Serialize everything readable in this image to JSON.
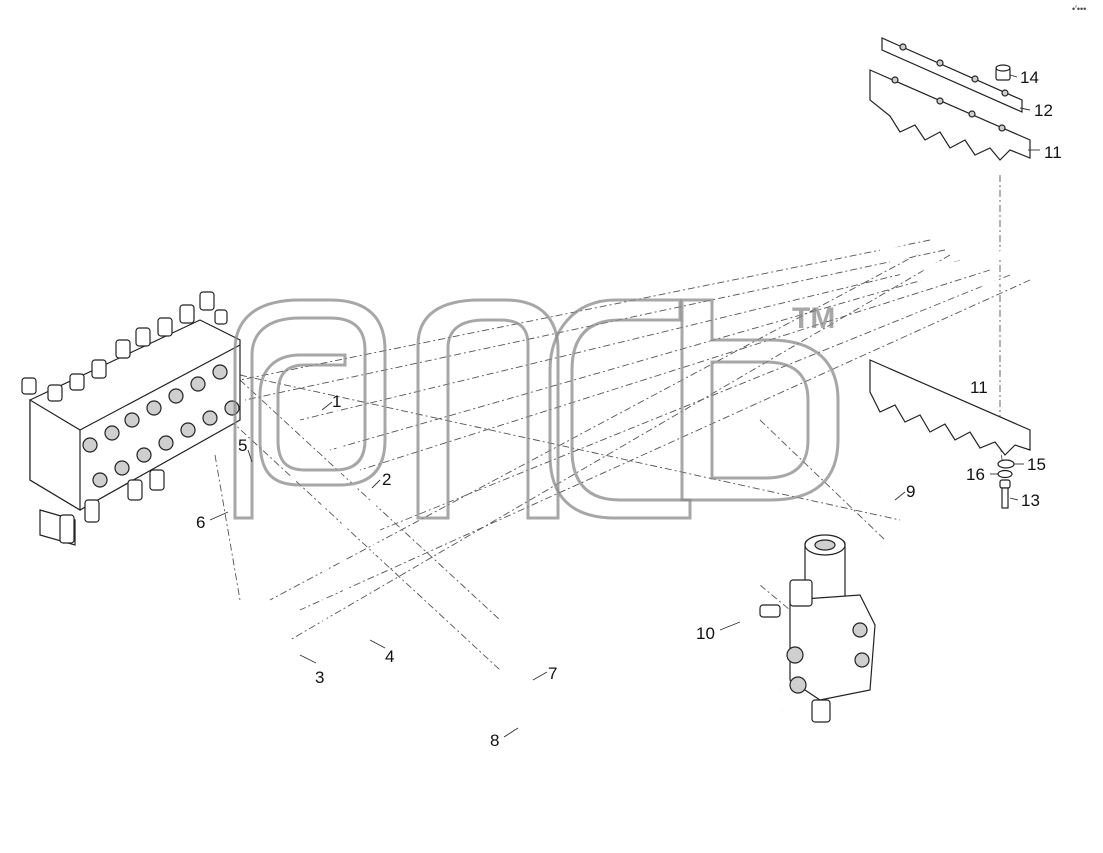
{
  "diagram": {
    "callouts": [
      "1",
      "2",
      "3",
      "4",
      "5",
      "6",
      "7",
      "8",
      "9",
      "10",
      "11",
      "11",
      "12",
      "13",
      "14",
      "15",
      "16"
    ],
    "watermark": {
      "trademark": "TM"
    },
    "corner_mark": "•′•••"
  }
}
